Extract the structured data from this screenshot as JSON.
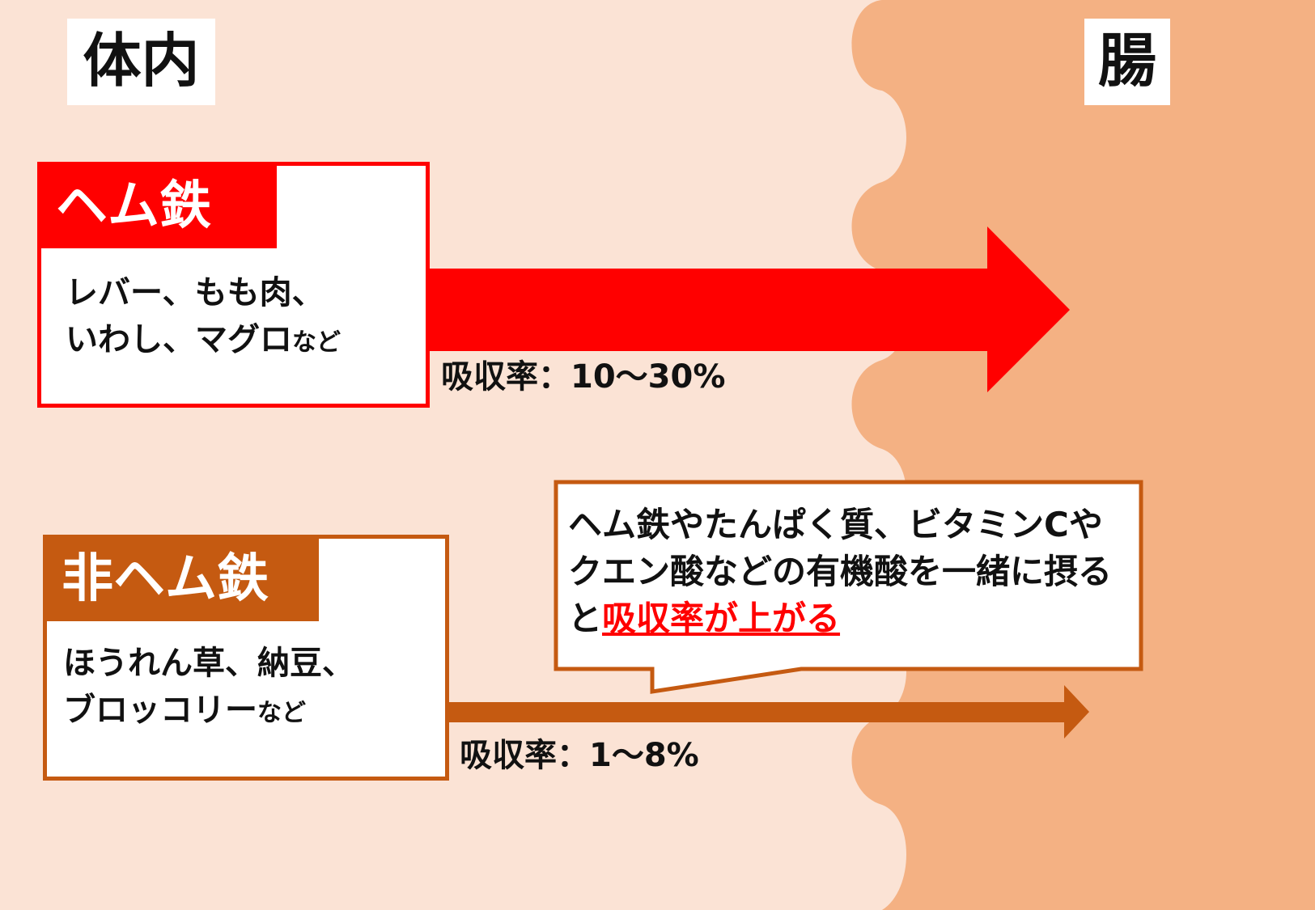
{
  "labels": {
    "body": "体内",
    "intestine": "腸"
  },
  "heme": {
    "title": "ヘム鉄",
    "foods_line1": "レバー、もも肉、",
    "foods_line2": "いわし、マグロ",
    "foods_suffix": "など",
    "rate": "吸収率：10～30%"
  },
  "nonheme": {
    "title": "非ヘム鉄",
    "foods_line1": "ほうれん草、納豆、",
    "foods_line2": "ブロッコリー",
    "foods_suffix": "など",
    "rate": "吸収率：1～8%"
  },
  "callout": {
    "text_main": "ヘム鉄やたんぱく質、ビタミンCやクエン酸などの有機酸を一緒に摂ると",
    "text_emphasis": "吸収率が上がる"
  },
  "colors": {
    "background": "#fbe3d5",
    "intestine": "#f4b183",
    "heme": "#ff0000",
    "nonheme": "#c55a11"
  }
}
